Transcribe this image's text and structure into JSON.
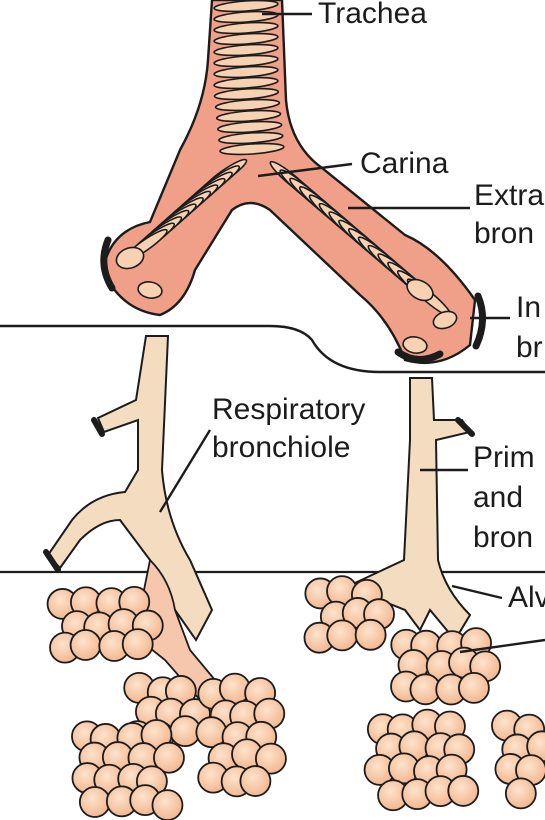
{
  "labels": {
    "trachea": "Trachea",
    "carina": "Carina",
    "extrapulmonary_1": "Extra",
    "extrapulmonary_2": "bron",
    "intrapulmonary_1": "In",
    "intrapulmonary_2": "br",
    "respiratory_1": "Respiratory",
    "respiratory_2": "bronchiole",
    "primary_1": "Prim",
    "primary_2": "and",
    "primary_3": "bron",
    "alveoli": "Alv"
  },
  "colors": {
    "tissue_light": "#f6d2b2",
    "tissue_salmon": "#ef9a84",
    "alveolus_fill": "#f7c9a6",
    "bronchiole_fill": "#f4dcc0",
    "outline": "#1c1c1c"
  }
}
